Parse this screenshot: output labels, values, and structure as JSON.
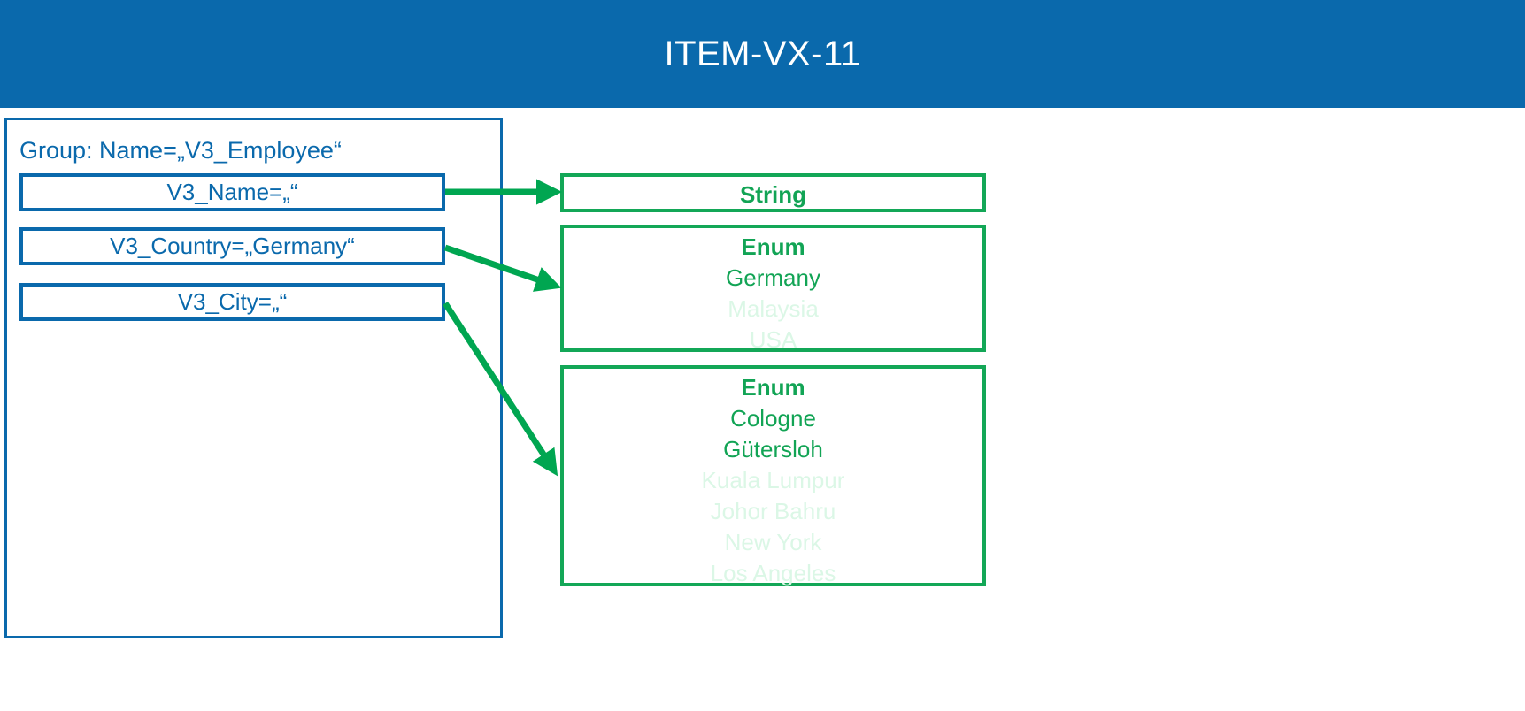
{
  "header": {
    "title": "ITEM-VX-11",
    "bar_color": "#0A69AC",
    "title_color": "#FFFFFF"
  },
  "theme": {
    "blue": "#0A69AC",
    "green": "#12A455",
    "green_muted": "#DBF7E6",
    "background": "#FFFFFF"
  },
  "group_panel": {
    "label": "Group: Name=„V3_Employee“",
    "border_color": "#0A69AC",
    "attributes": [
      {
        "label": "V3_Name=„“"
      },
      {
        "label": "V3_Country=„Germany“"
      },
      {
        "label": "V3_City=„“"
      }
    ]
  },
  "type_boxes": [
    {
      "title": "String",
      "values": []
    },
    {
      "title": "Enum",
      "values": [
        {
          "text": "Germany",
          "state": "active"
        },
        {
          "text": "Malaysia",
          "state": "muted"
        },
        {
          "text": "USA",
          "state": "muted"
        }
      ]
    },
    {
      "title": "Enum",
      "values": [
        {
          "text": "Cologne",
          "state": "active"
        },
        {
          "text": "Gütersloh",
          "state": "active"
        },
        {
          "text": "Kuala Lumpur",
          "state": "muted"
        },
        {
          "text": "Johor Bahru",
          "state": "muted"
        },
        {
          "text": "New York",
          "state": "muted"
        },
        {
          "text": "Los Angeles",
          "state": "muted"
        }
      ]
    }
  ],
  "connectors": [
    {
      "from": "V3_Name",
      "to": "String"
    },
    {
      "from": "V3_Country",
      "to": "Enum-Country"
    },
    {
      "from": "V3_City",
      "to": "Enum-City"
    }
  ]
}
